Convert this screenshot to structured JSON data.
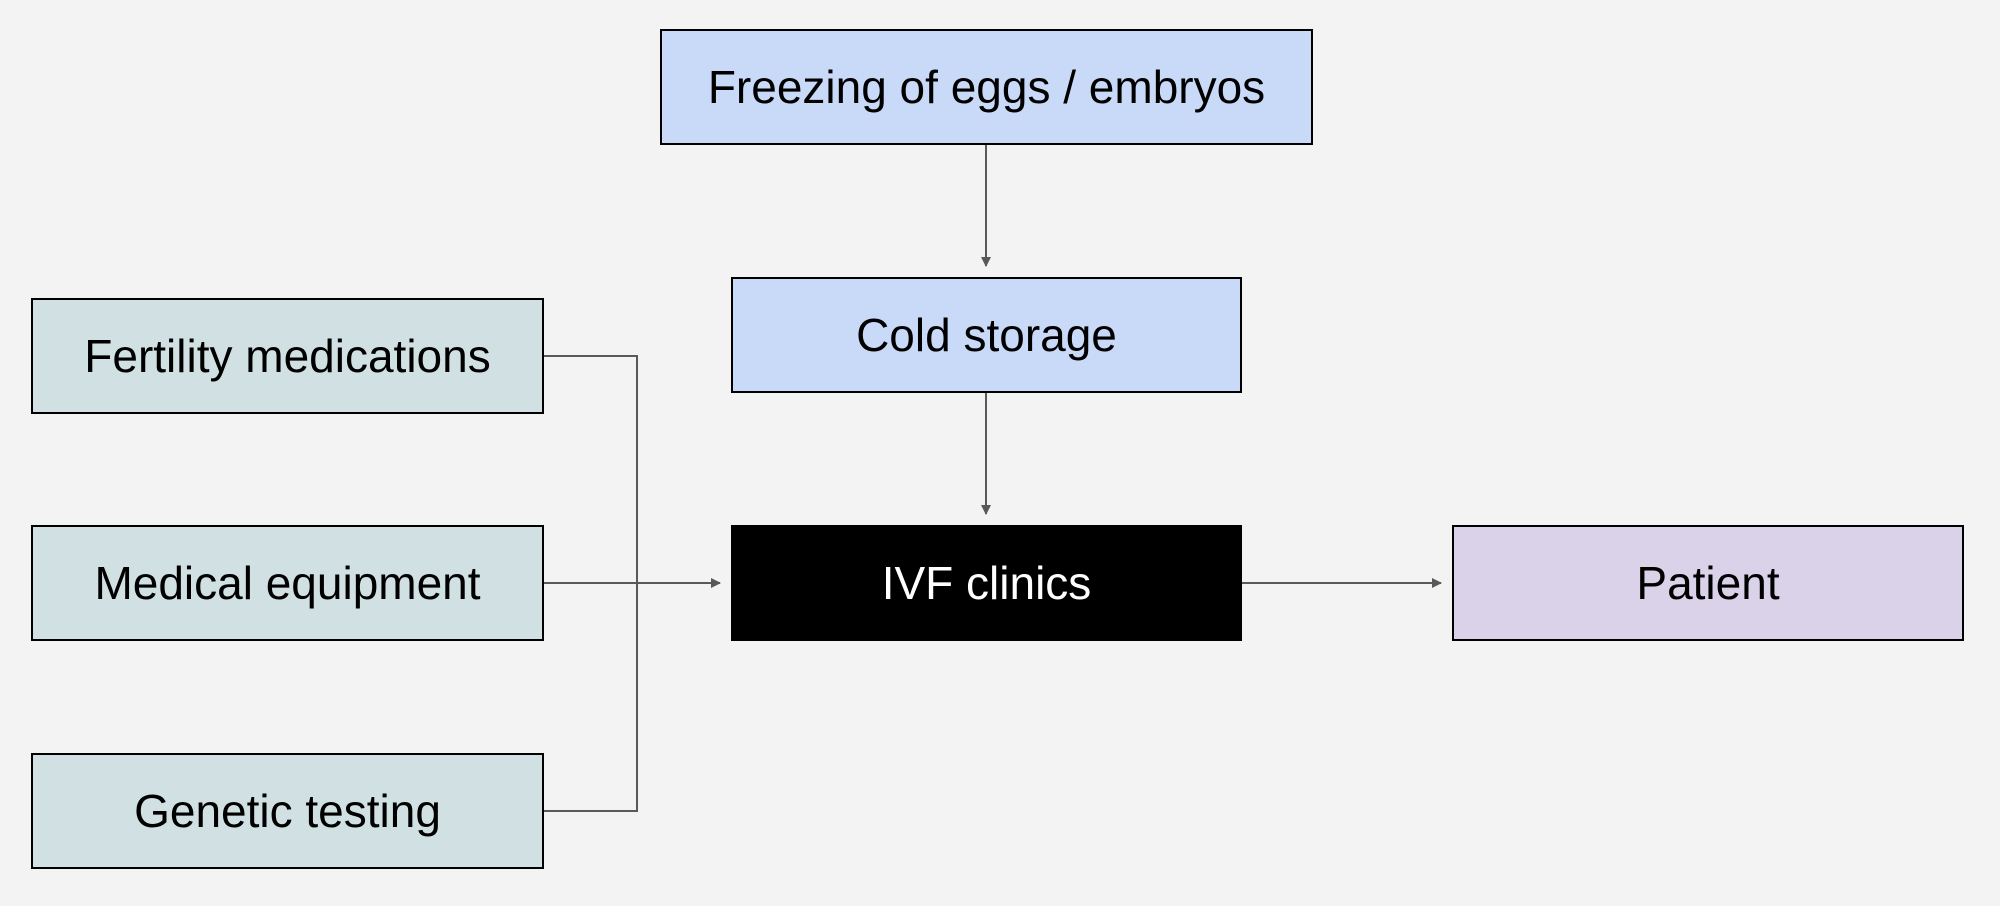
{
  "nodes": {
    "freezing": {
      "label": "Freezing of eggs / embryos"
    },
    "cold_storage": {
      "label": "Cold storage"
    },
    "ivf_clinics": {
      "label": "IVF clinics"
    },
    "patient": {
      "label": "Patient"
    },
    "fertility_medications": {
      "label": "Fertility medications"
    },
    "medical_equipment": {
      "label": "Medical equipment"
    },
    "genetic_testing": {
      "label": "Genetic testing"
    }
  },
  "edges": [
    {
      "from": "freezing",
      "to": "cold_storage"
    },
    {
      "from": "cold_storage",
      "to": "ivf_clinics"
    },
    {
      "from": "fertility_medications",
      "to": "ivf_clinics"
    },
    {
      "from": "medical_equipment",
      "to": "ivf_clinics"
    },
    {
      "from": "genetic_testing",
      "to": "ivf_clinics"
    },
    {
      "from": "ivf_clinics",
      "to": "patient"
    }
  ],
  "colors": {
    "background": "#f3f3f3",
    "top_nodes": "#c9daf8",
    "input_nodes": "#d0e0e3",
    "ivf_node": "#000000",
    "patient_node": "#d9d2e9",
    "connector": "#595959"
  }
}
